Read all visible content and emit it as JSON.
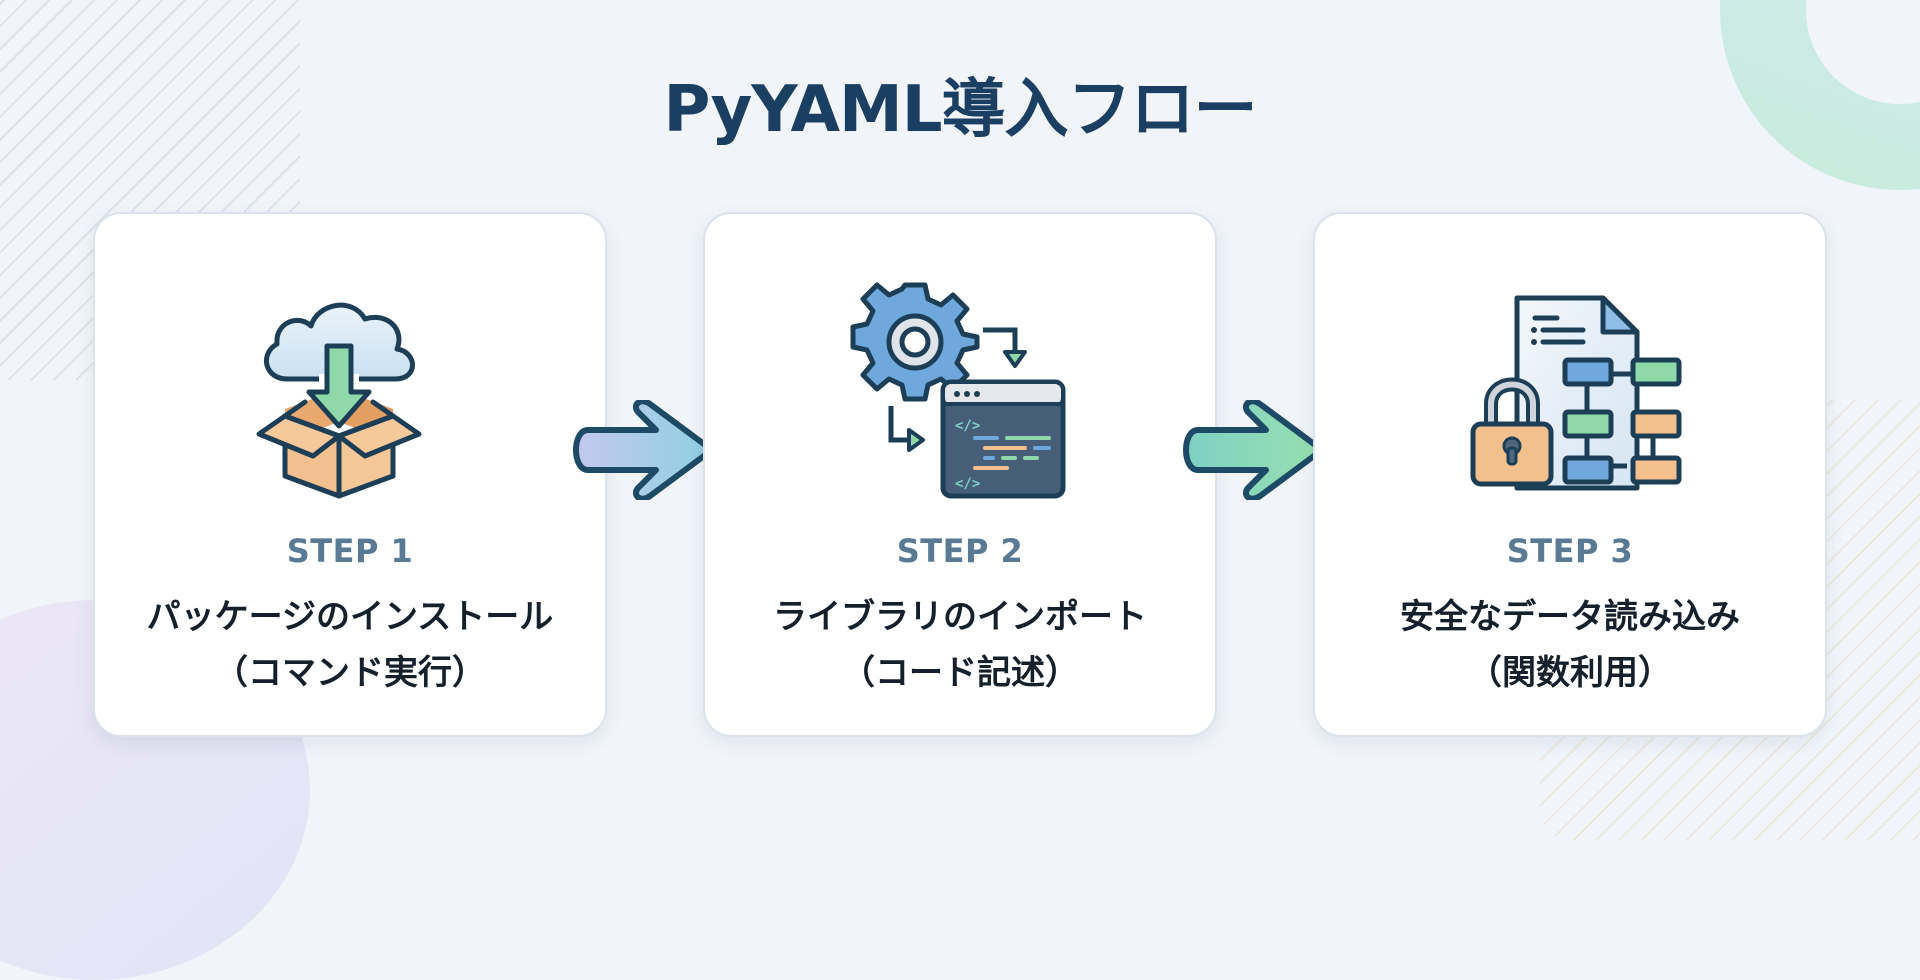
{
  "title": "PyYAML導入フロー",
  "steps": [
    {
      "step_label": "STEP 1",
      "title_line1": "パッケージのインストール",
      "title_line2": "（コマンド実行）",
      "icon": "cloud-download-box-icon"
    },
    {
      "step_label": "STEP 2",
      "title_line1": "ライブラリのインポート",
      "title_line2": "（コード記述）",
      "icon": "gear-code-window-icon"
    },
    {
      "step_label": "STEP 3",
      "title_line1": "安全なデータ読み込み",
      "title_line2": "（関数利用）",
      "icon": "locked-document-structure-icon"
    }
  ],
  "connectors": [
    {
      "icon": "arrow-right-icon",
      "from": "STEP 1",
      "to": "STEP 2"
    },
    {
      "icon": "arrow-right-icon",
      "from": "STEP 2",
      "to": "STEP 3"
    }
  ],
  "colors": {
    "title": "#1b3f63",
    "step_label": "#587a94",
    "outline": "#1d3e57",
    "green": "#8fd9a8",
    "orange": "#f3c08d",
    "blue": "#6fa8dc",
    "cloud": "#d6e8f5"
  }
}
